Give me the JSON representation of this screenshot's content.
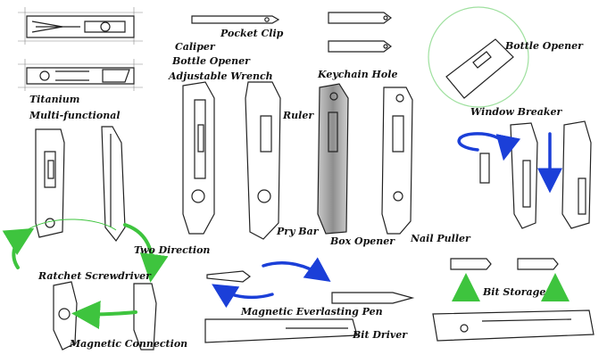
{
  "labels": {
    "titanium": "Titanium",
    "multi_functional": "Multi-functional",
    "pocket_clip": "Pocket Clip",
    "caliper": "Caliper",
    "bottle_opener_a": "Bottle Opener",
    "adjustable_wrench": "Adjustable Wrench",
    "ruler": "Ruler",
    "keychain_hole": "Keychain Hole",
    "bottle_opener_b": "Bottle Opener",
    "window_breaker": "Window Breaker",
    "two_direction": "Two Direction",
    "ratchet_screwdriver": "Ratchet Screwdriver",
    "magnetic_connection": "Magnetic Connection",
    "pry_bar": "Pry Bar",
    "box_opener": "Box Opener",
    "nail_puller": "Nail Puller",
    "bit_storage": "Bit Storage",
    "magnetic_pen": "Magnetic Everlasting Pen",
    "bit_driver": "Bit Driver"
  },
  "colors": {
    "outline": "#222222",
    "green_arrow": "#3ec43e",
    "blue_arrow": "#1b3fd8",
    "bottle_circle": "#9fe09f",
    "shade": "#9a9a9a"
  }
}
